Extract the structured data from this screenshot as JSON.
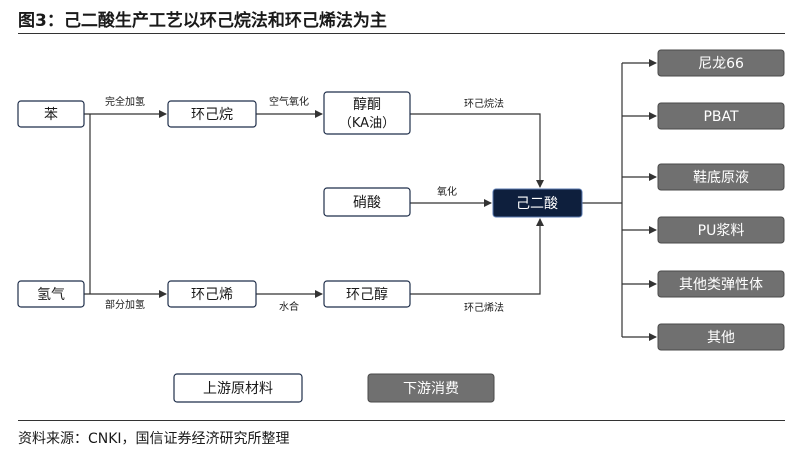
{
  "title": "图3：己二酸生产工艺以环己烷法和环己烯法为主",
  "source": "资料来源：CNKI，国信证券经济研究所整理",
  "colors": {
    "dark_navy": "#0e1f3d",
    "grey": "#707070",
    "outline": "#1f2e4a",
    "arrow": "#333333"
  },
  "nodes": {
    "benzene": "苯",
    "hydrogen": "氢气",
    "cyclohexane": "环己烷",
    "cyclohexene": "环己烯",
    "ka_oil_line1": "醇酮",
    "ka_oil_line2": "（KA油）",
    "nitric_acid": "硝酸",
    "cyclohexanol": "环己醇",
    "adipic_acid": "己二酸"
  },
  "edge_labels": {
    "full_hydrogenation": "完全加氢",
    "partial_hydrogenation": "部分加氢",
    "air_oxidation": "空气氧化",
    "hydration": "水合",
    "oxidation": "氧化",
    "cyclohexane_route": "环己烷法",
    "cyclohexene_route": "环己烯法"
  },
  "downstream": [
    "尼龙66",
    "PBAT",
    "鞋底原液",
    "PU浆料",
    "其他类弹性体",
    "其他"
  ],
  "legend": {
    "upstream": "上游原材料",
    "downstream": "下游消费"
  }
}
